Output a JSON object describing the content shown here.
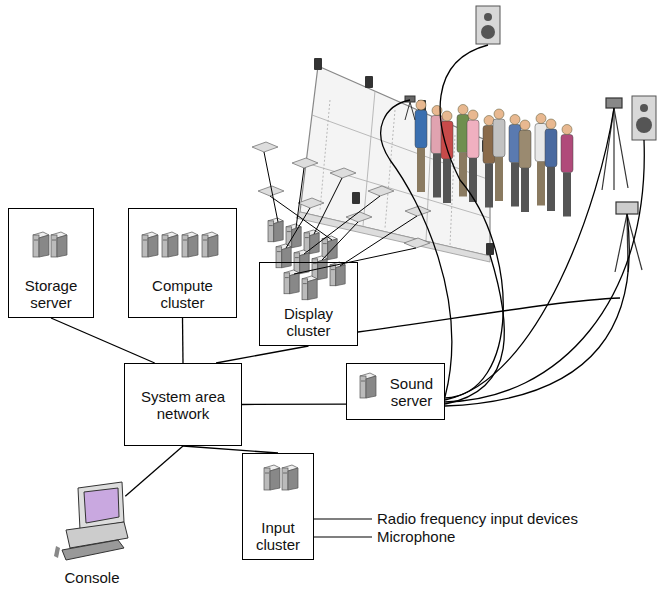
{
  "diagram": {
    "nodes": [
      {
        "text": [
          "Storage server"
        ]
      },
      {
        "text": [
          "Compute cluster"
        ]
      },
      {
        "text": [
          "Display cluster"
        ]
      },
      {
        "text": [
          "System area network"
        ]
      },
      {
        "text": [
          "Sound server"
        ]
      },
      {
        "text": [
          "Input cluster"
        ]
      },
      {
        "text": [
          "Console"
        ]
      }
    ],
    "edges": [
      {
        "from": 3,
        "to": 0,
        "arrow": "none"
      },
      {
        "from": 3,
        "to": 1,
        "arrow": "none"
      },
      {
        "from": 3,
        "to": 2,
        "arrow": "none"
      },
      {
        "from": 3,
        "to": 4,
        "arrow": "none"
      },
      {
        "from": 3,
        "to": 5,
        "arrow": "none"
      },
      {
        "from": 3,
        "to": 6,
        "arrow": "none"
      }
    ],
    "labels": [
      "Radio frequency input devices",
      "Microphone"
    ]
  }
}
